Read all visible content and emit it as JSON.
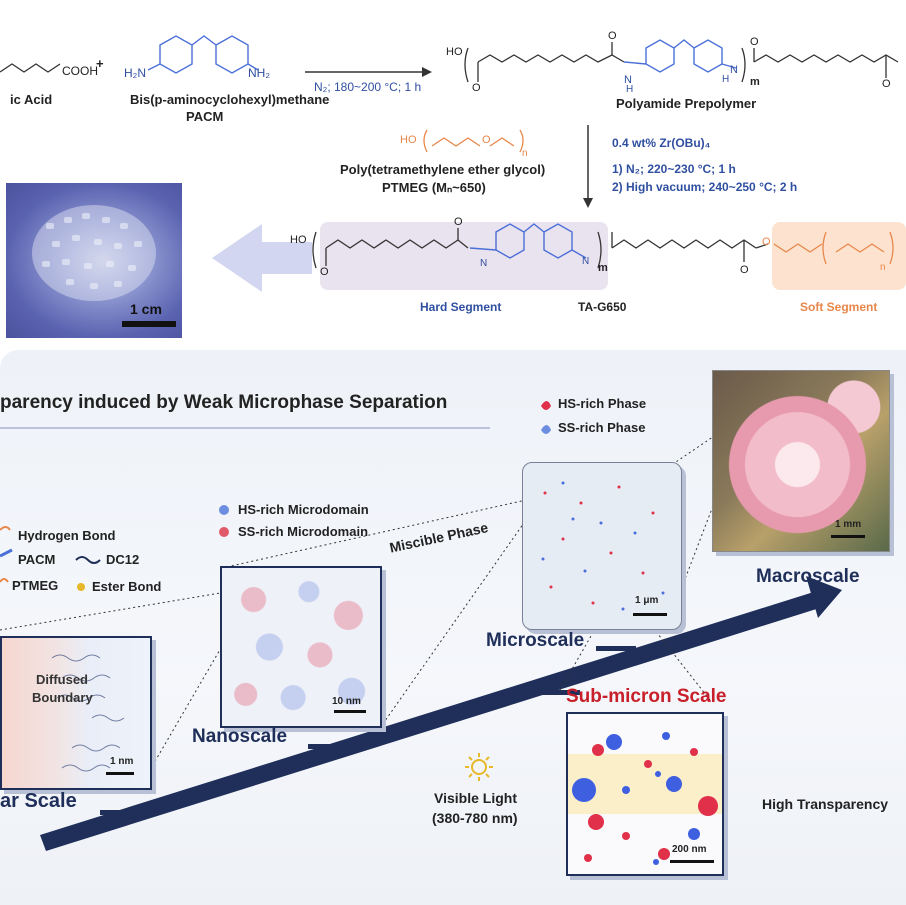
{
  "top": {
    "cooh": "COOH",
    "plus": "+",
    "acid_label": "ic Acid",
    "pacm_nh2_left": "H₂N",
    "pacm_nh2_right": "NH₂",
    "pacm_name": "Bis(p-aminocyclohexyl)methane",
    "pacm_abbr": "PACM",
    "cond1": "N₂; 180~200 °C; 1 h",
    "prepolymer_label": "Polyamide Prepolymer",
    "ho": "HO",
    "o": "O",
    "h": "H",
    "n": "N",
    "m": "m",
    "ptmeg_name": "Poly(tetramethylene ether glycol)",
    "ptmeg_abbr": "PTMEG (Mₙ~650)",
    "ptmeg_ho": "HO",
    "ptmeg_oh": "O",
    "ptmeg_n": "n",
    "cat": "0.4 wt% Zr(OBu)₄",
    "cond2a": "1) N₂; 220~230 °C; 1 h",
    "cond2b": "2) High vacuum; 240~250 °C; 2 h",
    "hard_segment": "Hard Segment",
    "product": "TA-G650",
    "soft_segment": "Soft Segment",
    "scale_bar": "1 cm"
  },
  "bottom": {
    "title": "parency induced by Weak Microphase Separation",
    "legend_hbond": "Hydrogen Bond",
    "legend_pacm": "PACM",
    "legend_dc12": "DC12",
    "legend_ptmeg": "PTMEG",
    "legend_ester": "Ester Bond",
    "hs_micro": "HS-rich Microdomain",
    "ss_micro": "SS-rich Microdomain",
    "miscible": "Miscible Phase",
    "hs_phase": "HS-rich Phase",
    "ss_phase": "SS-rich Phase",
    "diffused": "Diffused",
    "boundary": "Boundary",
    "scale_1nm": "1 nm",
    "scale_10nm": "10 nm",
    "scale_1um": "1 μm",
    "scale_1mm": "1 mm",
    "scale_200nm": "200 nm",
    "molecular": "ar Scale",
    "nanoscale": "Nanoscale",
    "microscale": "Microscale",
    "submicron": "Sub-micron Scale",
    "macroscale": "Macroscale",
    "visible_light": "Visible Light",
    "wavelength": "(380-780 nm)",
    "high_transparency": "High Transparency"
  },
  "colors": {
    "hs": "#e0304a",
    "ss": "#4a6fd8",
    "navy": "#1f2f5a",
    "blue_text": "#2f4fa0",
    "orange": "#e8874a",
    "red_text": "#c8202a"
  }
}
